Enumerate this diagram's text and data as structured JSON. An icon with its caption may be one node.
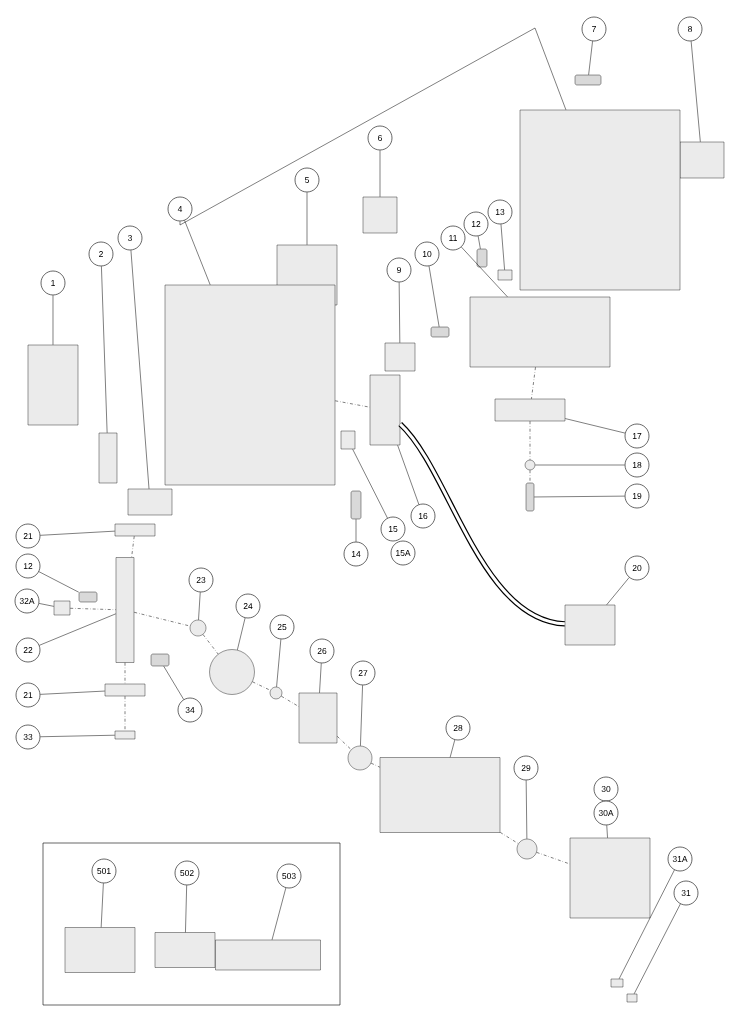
{
  "diagram": {
    "nodes": [
      {
        "text": [
          "7"
        ]
      },
      {
        "text": [
          "8"
        ]
      },
      {
        "text": [
          "6"
        ]
      },
      {
        "text": [
          "5"
        ]
      },
      {
        "text": [
          "4"
        ]
      },
      {
        "text": [
          "13"
        ]
      },
      {
        "text": [
          "12"
        ]
      },
      {
        "text": [
          "11"
        ]
      },
      {
        "text": [
          "3"
        ]
      },
      {
        "text": [
          "10"
        ]
      },
      {
        "text": [
          "2"
        ]
      },
      {
        "text": [
          "9"
        ]
      },
      {
        "text": [
          "1"
        ]
      },
      {
        "text": [
          "17"
        ]
      },
      {
        "text": [
          "18"
        ]
      },
      {
        "text": [
          "19"
        ]
      },
      {
        "text": [
          "16"
        ]
      },
      {
        "text": [
          "15"
        ]
      },
      {
        "text": [
          "15A"
        ]
      },
      {
        "text": [
          "14"
        ]
      },
      {
        "text": [
          "21"
        ]
      },
      {
        "text": [
          "20"
        ]
      },
      {
        "text": [
          "12"
        ]
      },
      {
        "text": [
          "23"
        ]
      },
      {
        "text": [
          "32A"
        ]
      },
      {
        "text": [
          "24"
        ]
      },
      {
        "text": [
          "25"
        ]
      },
      {
        "text": [
          "22"
        ]
      },
      {
        "text": [
          "26"
        ]
      },
      {
        "text": [
          "34"
        ]
      },
      {
        "text": [
          "27"
        ]
      },
      {
        "text": [
          "21"
        ]
      },
      {
        "text": [
          "28"
        ]
      },
      {
        "text": [
          "33"
        ]
      },
      {
        "text": [
          "29"
        ]
      },
      {
        "text": [
          "30"
        ]
      },
      {
        "text": [
          "30A"
        ]
      },
      {
        "text": [
          "31A"
        ]
      },
      {
        "text": [
          "501"
        ]
      },
      {
        "text": [
          "502"
        ]
      },
      {
        "text": [
          "503"
        ]
      },
      {
        "text": [
          "31"
        ]
      },
      {
        "text": [],
        "shape": "bar"
      },
      {
        "text": [],
        "shape": "box"
      },
      {
        "text": [],
        "shape": "box"
      },
      {
        "text": [],
        "shape": "box"
      },
      {
        "text": [],
        "shape": "box"
      },
      {
        "text": [],
        "shape": "box"
      },
      {
        "text": [],
        "shape": "bar"
      },
      {
        "text": [],
        "shape": "box"
      },
      {
        "text": [],
        "shape": "bar"
      },
      {
        "text": [],
        "shape": "box"
      },
      {
        "text": [],
        "shape": "box"
      },
      {
        "text": [],
        "shape": "box"
      },
      {
        "text": [],
        "shape": "box"
      },
      {
        "text": [],
        "shape": "box"
      },
      {
        "text": [],
        "shape": "box"
      },
      {
        "text": [],
        "shape": "box"
      },
      {
        "text": [],
        "shape": "box"
      },
      {
        "text": [],
        "shape": "circle"
      },
      {
        "text": [],
        "shape": "bar"
      },
      {
        "text": [],
        "shape": "bar"
      },
      {
        "text": [],
        "shape": "box"
      },
      {
        "text": [],
        "shape": "box"
      },
      {
        "text": [],
        "shape": "bar"
      },
      {
        "text": [],
        "shape": "box"
      },
      {
        "text": [],
        "shape": "box"
      },
      {
        "text": [],
        "shape": "circle"
      },
      {
        "text": [],
        "shape": "bar"
      },
      {
        "text": [],
        "shape": "circle"
      },
      {
        "text": [],
        "shape": "circle"
      },
      {
        "text": [],
        "shape": "box"
      },
      {
        "text": [],
        "shape": "box"
      },
      {
        "text": [],
        "shape": "box"
      },
      {
        "text": [],
        "shape": "circle"
      },
      {
        "text": [],
        "shape": "box"
      },
      {
        "text": [],
        "shape": "circle"
      },
      {
        "text": [],
        "shape": "box"
      },
      {
        "text": [],
        "shape": "box"
      },
      {
        "text": [],
        "shape": "box"
      },
      {
        "text": [],
        "shape": "box"
      },
      {
        "text": [],
        "shape": "box"
      },
      {
        "text": [],
        "shape": "box"
      }
    ],
    "edges": [
      {
        "from": 0,
        "to": 42,
        "arrow": "none"
      },
      {
        "from": 1,
        "to": 43,
        "arrow": "none"
      },
      {
        "from": 2,
        "to": 44,
        "arrow": "none"
      },
      {
        "from": 3,
        "to": 45,
        "arrow": "none"
      },
      {
        "from": 4,
        "to": 52,
        "arrow": "none"
      },
      {
        "from": 4,
        "to": 46,
        "arrow": "none"
      },
      {
        "from": 5,
        "to": 47,
        "arrow": "none"
      },
      {
        "from": 6,
        "to": 48,
        "arrow": "none"
      },
      {
        "from": 7,
        "to": 49,
        "arrow": "none"
      },
      {
        "from": 8,
        "to": 54,
        "arrow": "none"
      },
      {
        "from": 9,
        "to": 50,
        "arrow": "none"
      },
      {
        "from": 10,
        "to": 55,
        "arrow": "none"
      },
      {
        "from": 11,
        "to": 51,
        "arrow": "none"
      },
      {
        "from": 12,
        "to": 53,
        "arrow": "none"
      },
      {
        "from": 13,
        "to": 58,
        "arrow": "none"
      },
      {
        "from": 14,
        "to": 59,
        "arrow": "none"
      },
      {
        "from": 15,
        "to": 60,
        "arrow": "none"
      },
      {
        "from": 16,
        "to": 56,
        "arrow": "none"
      },
      {
        "from": 17,
        "to": 57,
        "arrow": "none"
      },
      {
        "from": 19,
        "to": 61,
        "arrow": "none"
      },
      {
        "from": 20,
        "to": 62,
        "arrow": "none"
      },
      {
        "from": 21,
        "to": 63,
        "arrow": "none"
      },
      {
        "from": 22,
        "to": 64,
        "arrow": "none"
      },
      {
        "from": 23,
        "to": 67,
        "arrow": "none"
      },
      {
        "from": 24,
        "to": 65,
        "arrow": "none"
      },
      {
        "from": 25,
        "to": 69,
        "arrow": "none"
      },
      {
        "from": 26,
        "to": 70,
        "arrow": "none"
      },
      {
        "from": 27,
        "to": 66,
        "arrow": "none"
      },
      {
        "from": 28,
        "to": 72,
        "arrow": "none"
      },
      {
        "from": 29,
        "to": 68,
        "arrow": "none"
      },
      {
        "from": 30,
        "to": 74,
        "arrow": "none"
      },
      {
        "from": 31,
        "to": 71,
        "arrow": "none"
      },
      {
        "from": 32,
        "to": 75,
        "arrow": "none"
      },
      {
        "from": 33,
        "to": 73,
        "arrow": "none"
      },
      {
        "from": 34,
        "to": 76,
        "arrow": "none"
      },
      {
        "from": 36,
        "to": 77,
        "arrow": "none"
      },
      {
        "from": 37,
        "to": 78,
        "arrow": "none"
      },
      {
        "from": 41,
        "to": 79,
        "arrow": "none"
      },
      {
        "from": 38,
        "to": 80,
        "arrow": "none"
      },
      {
        "from": 39,
        "to": 81,
        "arrow": "none"
      },
      {
        "from": 40,
        "to": 82,
        "arrow": "none"
      },
      {
        "from": 65,
        "to": 66,
        "arrow": "none",
        "style": "dashed"
      },
      {
        "from": 66,
        "to": 67,
        "arrow": "none",
        "style": "dashed"
      },
      {
        "from": 67,
        "to": 69,
        "arrow": "none",
        "style": "dashed"
      },
      {
        "from": 69,
        "to": 70,
        "arrow": "none",
        "style": "dashed"
      },
      {
        "from": 70,
        "to": 72,
        "arrow": "none",
        "style": "dashed"
      },
      {
        "from": 72,
        "to": 74,
        "arrow": "none",
        "style": "dashed"
      },
      {
        "from": 74,
        "to": 75,
        "arrow": "none",
        "style": "dashed"
      },
      {
        "from": 75,
        "to": 76,
        "arrow": "none",
        "style": "dashed"
      },
      {
        "from": 76,
        "to": 77,
        "arrow": "none",
        "style": "dashed"
      },
      {
        "from": 62,
        "to": 66,
        "arrow": "none",
        "style": "dashed"
      },
      {
        "from": 66,
        "to": 71,
        "arrow": "none",
        "style": "dashed"
      },
      {
        "from": 71,
        "to": 73,
        "arrow": "none",
        "style": "dashed"
      },
      {
        "from": 49,
        "to": 58,
        "arrow": "none",
        "style": "dashed"
      },
      {
        "from": 58,
        "to": 59,
        "arrow": "none",
        "style": "dashed"
      },
      {
        "from": 59,
        "to": 60,
        "arrow": "none",
        "style": "dashed"
      },
      {
        "from": 52,
        "to": 56,
        "arrow": "none",
        "style": "dashed"
      },
      {
        "from": 56,
        "to": 63,
        "arrow": "none",
        "style": "thick"
      }
    ]
  }
}
